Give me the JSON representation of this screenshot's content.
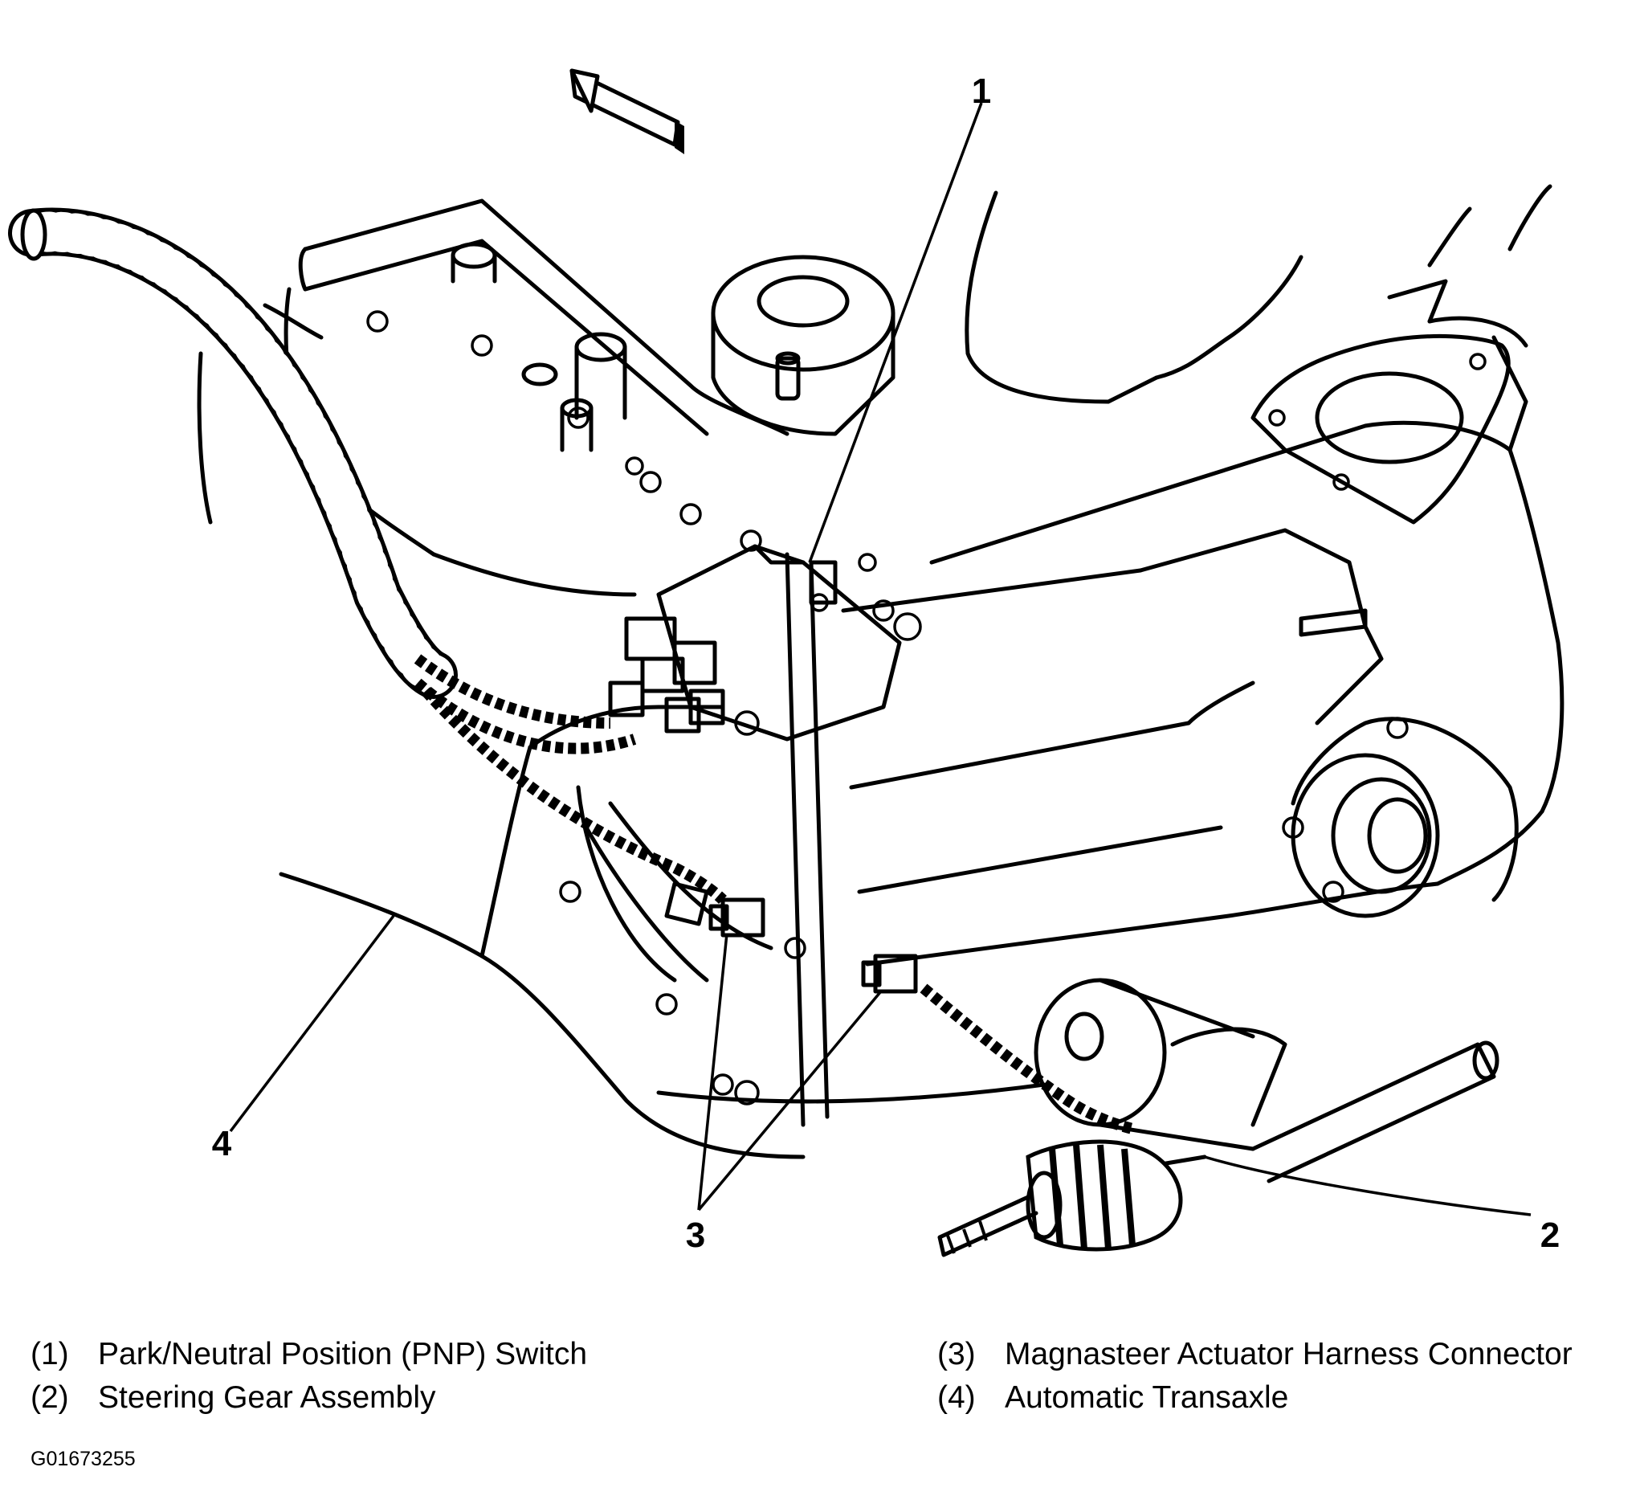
{
  "callouts": [
    "1",
    "2",
    "3",
    "4"
  ],
  "legend": [
    {
      "num": "(1)",
      "label": "Park/Neutral Position (PNP) Switch"
    },
    {
      "num": "(2)",
      "label": "Steering Gear Assembly"
    },
    {
      "num": "(3)",
      "label": "Magnasteer Actuator Harness Connector"
    },
    {
      "num": "(4)",
      "label": "Automatic Transaxle"
    }
  ],
  "figure_id": "G01673255"
}
